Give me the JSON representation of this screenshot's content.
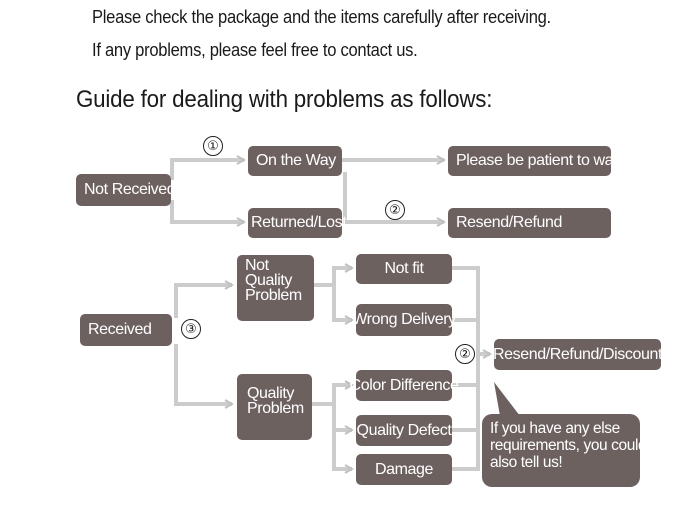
{
  "intro": {
    "line1": "Please check the package and the items carefully after receiving.",
    "line2": "If any problems, please feel free to contact us."
  },
  "title": "Guide for dealing with problems as follows:",
  "nodes": {
    "not_received": "Not Received",
    "on_the_way": "On the Way",
    "returned_lost": "Returned/Lost",
    "be_patient": "Please be patient to wait",
    "resend_refund": "Resend/Refund",
    "received": "Received",
    "not_quality_problem": [
      "Not",
      "Quality",
      "Problem"
    ],
    "quality_problem": [
      "Quality",
      "Problem"
    ],
    "not_fit": "Not fit",
    "wrong_delivery": "Wrong Delivery",
    "color_difference": "Color Difference",
    "quality_defect": "Quality Defect",
    "damage": "Damage",
    "resend_refund_discount": "Resend/Refund/Discount"
  },
  "markers": {
    "m1": "①",
    "m2a": "②",
    "m2b": "②",
    "m3": "③"
  },
  "bubble": {
    "lines": [
      "If you have any else",
      "requirements, you could",
      "also tell us!"
    ]
  },
  "colors": {
    "box": "#6d6160",
    "line": "#c8c8c8"
  }
}
